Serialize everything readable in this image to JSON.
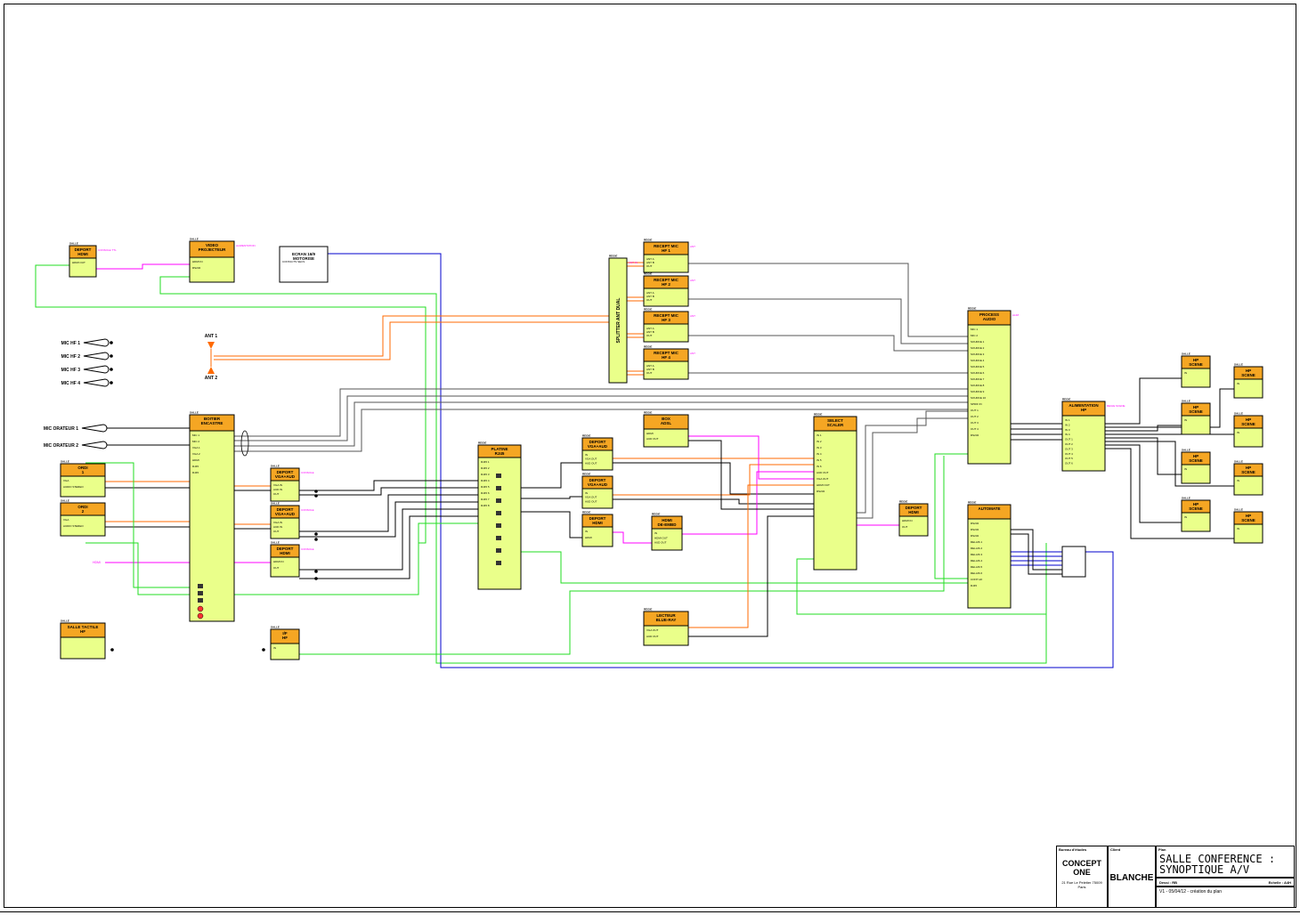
{
  "blocks": [
    {
      "id": "dep-hdmi-top",
      "title": "DEPORT HDMI",
      "tag": "SALLE",
      "side": "CONSOLE TTL",
      "ports": [
        "HDMI OUT"
      ]
    },
    {
      "id": "videoproj",
      "title": "VIDEO PROJECTEUR",
      "tag": "SALLE",
      "side": "ALIMENTATION",
      "ports": [
        "HDMI IN",
        "RS232"
      ]
    },
    {
      "id": "ecran",
      "title": "ECRAN 16/9 MOTORISE",
      "tag": "",
      "side": "",
      "ports": [
        "CONTACTS SECS"
      ]
    },
    {
      "id": "splitter",
      "title": "SPLITTER ANT DUAL",
      "tag": "REGIE",
      "side": "ANT IN",
      "ports": []
    },
    {
      "id": "recept1",
      "title": "RECEPT MIC HF 1",
      "tag": "REGIE",
      "side": "ANT",
      "ports": [
        "ANT A",
        "ANT B",
        "OUT"
      ]
    },
    {
      "id": "recept2",
      "title": "RECEPT MIC HF 2",
      "tag": "REGIE",
      "side": "ANT",
      "ports": [
        "ANT A",
        "ANT B",
        "OUT"
      ]
    },
    {
      "id": "recept3",
      "title": "RECEPT MIC HF 3",
      "tag": "REGIE",
      "side": "ANT",
      "ports": [
        "ANT A",
        "ANT B",
        "OUT"
      ]
    },
    {
      "id": "recept4",
      "title": "RECEPT MIC HF 4",
      "tag": "REGIE",
      "side": "ANT",
      "ports": [
        "ANT A",
        "ANT B",
        "OUT"
      ]
    },
    {
      "id": "process",
      "title": "PROCESS AUDIO",
      "tag": "REGIE",
      "side": "ALIM",
      "ports": [
        "MIC 1",
        "MIC 2",
        "SOURCE 1",
        "SOURCE 2",
        "SOURCE 3",
        "SOURCE 4",
        "SOURCE 5",
        "SOURCE 6",
        "SOURCE 7",
        "SOURCE 8",
        "SOURCE 9",
        "SOURCE 10",
        "SPDIF IN",
        "OUT 1",
        "OUT 2",
        "OUT 3",
        "OUT 4",
        "RS232"
      ]
    },
    {
      "id": "alim-hp",
      "title": "ALIMENTATION HP",
      "tag": "REGIE",
      "side": "REGIE SCENE",
      "ports": [
        "IN 1",
        "IN 2",
        "IN 3",
        "IN 4",
        "OUT 1",
        "OUT 2",
        "OUT 3",
        "OUT 4",
        "OUT 5",
        "OUT 6"
      ]
    },
    {
      "id": "hp1",
      "title": "HP SCENE",
      "tag": "SALLE",
      "side": "",
      "ports": [
        "IN"
      ]
    },
    {
      "id": "hp2",
      "title": "HP SCENE",
      "tag": "SALLE",
      "side": "",
      "ports": [
        "IN"
      ]
    },
    {
      "id": "hp3",
      "title": "HP SCENE",
      "tag": "SALLE",
      "side": "",
      "ports": [
        "IN"
      ]
    },
    {
      "id": "hp4",
      "title": "HP SCENE",
      "tag": "SALLE",
      "side": "",
      "ports": [
        "IN"
      ]
    },
    {
      "id": "hp5",
      "title": "HP SCENE",
      "tag": "SALLE",
      "side": "",
      "ports": [
        "IN"
      ]
    },
    {
      "id": "hp6",
      "title": "HP SCENE",
      "tag": "SALLE",
      "side": "",
      "ports": [
        "IN"
      ]
    },
    {
      "id": "hp7",
      "title": "HP SCENE",
      "tag": "SALLE",
      "side": "",
      "ports": [
        "IN"
      ]
    },
    {
      "id": "hp8",
      "title": "HP SCENE",
      "tag": "SALLE",
      "side": "",
      "ports": [
        "IN"
      ]
    },
    {
      "id": "boitier",
      "title": "BOITIER ENCASTRE",
      "tag": "SALLE",
      "side": "",
      "ports": [
        "MIC 1",
        "MIC 2",
        "VGA 1",
        "VGA 2",
        "HDMI",
        "RJ45",
        "RJ45"
      ]
    },
    {
      "id": "ordi1",
      "title": "ORDI 1",
      "tag": "SALLE",
      "side": "",
      "ports": [
        "VGA",
        "AUDIO STEREO"
      ]
    },
    {
      "id": "ordi2",
      "title": "ORDI 2",
      "tag": "SALLE",
      "side": "",
      "ports": [
        "VGA",
        "AUDIO STEREO"
      ]
    },
    {
      "id": "dep-vga1",
      "title": "DEPORT VGA+AUD",
      "tag": "SALLE",
      "side": "CONSOLE",
      "ports": [
        "VGA IN",
        "AUD IN",
        "OUT"
      ]
    },
    {
      "id": "dep-vga2",
      "title": "DEPORT VGA+AUD",
      "tag": "SALLE",
      "side": "CONSOLE",
      "ports": [
        "VGA IN",
        "AUD IN",
        "OUT"
      ]
    },
    {
      "id": "dep-hdmi-mid",
      "title": "DEPORT HDMI",
      "tag": "SALLE",
      "side": "CONSOLE",
      "ports": [
        "HDMI IN",
        "OUT"
      ]
    },
    {
      "id": "salle-tactile",
      "title": "SALLE TACTILE HF",
      "tag": "SALLE",
      "side": "",
      "ports": []
    },
    {
      "id": "if",
      "title": "I/F HF",
      "tag": "SALLE",
      "side": "",
      "ports": [
        "IN"
      ]
    },
    {
      "id": "platine",
      "title": "PLATINE RJ45",
      "tag": "REGIE",
      "side": "",
      "ports": [
        "RJ45 1",
        "RJ45 2",
        "RJ45 3",
        "RJ45 4",
        "RJ45 5",
        "RJ45 6",
        "RJ45 7",
        "RJ45 8"
      ]
    },
    {
      "id": "dep-r1",
      "title": "DEPORT VGA+AUD",
      "tag": "REGIE",
      "side": "",
      "ports": [
        "IN",
        "VGA OUT",
        "AUD OUT"
      ]
    },
    {
      "id": "dep-r2",
      "title": "DEPORT VGA+AUD",
      "tag": "REGIE",
      "side": "",
      "ports": [
        "IN",
        "VGA OUT",
        "AUD OUT"
      ]
    },
    {
      "id": "dep-r3",
      "title": "DEPORT HDMI",
      "tag": "REGIE",
      "side": "",
      "ports": [
        "IN",
        "HDMI"
      ]
    },
    {
      "id": "box-adsl",
      "title": "BOX ADSL",
      "tag": "REGIE",
      "side": "",
      "ports": [
        "HDMI",
        "AUD OUT"
      ]
    },
    {
      "id": "hdmi-deemb",
      "title": "HDMI DE-EMBD",
      "tag": "REGIE",
      "side": "",
      "ports": [
        "IN",
        "HDMI OUT",
        "AUD OUT"
      ]
    },
    {
      "id": "select",
      "title": "SELECT SCALER",
      "tag": "REGIE",
      "side": "",
      "ports": [
        "IN 1",
        "IN 2",
        "IN 3",
        "IN 4",
        "IN 5",
        "IN 6",
        "AUD OUT",
        "VGA OUT",
        "HDMI OUT",
        "RS232"
      ]
    },
    {
      "id": "dep-hdmi-out",
      "title": "DEPORT HDMI",
      "tag": "REGIE",
      "side": "",
      "ports": [
        "HDMI IN",
        "OUT"
      ]
    },
    {
      "id": "automate",
      "title": "AUTOMATE",
      "tag": "REGIE",
      "side": "",
      "ports": [
        "RS232",
        "RS232",
        "RS232",
        "RELAIS 1",
        "RELAIS 2",
        "RELAIS 3",
        "RELAIS 4",
        "RELAIS 5",
        "RELAIS 6",
        "CONT HF",
        "RJ45"
      ]
    },
    {
      "id": "lecteur",
      "title": "LECTEUR BLUE-RAY",
      "tag": "REGIE",
      "side": "",
      "ports": [
        "VGA OUT",
        "AUD OUT"
      ]
    }
  ],
  "labels": {
    "mic_hf": [
      "MIC HF 1",
      "MIC HF 2",
      "MIC HF 3",
      "MIC HF 4"
    ],
    "mic_orateur": [
      "MIC ORATEUR 1",
      "MIC ORATEUR 2"
    ],
    "ant1": "ANT 1",
    "ant2": "ANT 2",
    "hdmi_note": "HDMI"
  },
  "title_block": {
    "company_label": "Bureau d'études",
    "company": "CONCEPT ONE",
    "company_addr": "21 Rue Le Peletier 75009 Paris",
    "client_label": "Client",
    "client": "BLANCHE",
    "plan_label": "Plan",
    "plan_line1": "SALLE CONFERENCE :",
    "plan_line2": "SYNOPTIQUE A/V",
    "drawn_by": "Dessi : RB",
    "size": "Echelle : A4H",
    "revision": "V1 - 05/04/12 - création du plan"
  },
  "colors": {
    "block_fill": "#eaff8a",
    "block_header": "#f5a623",
    "wire_orange": "#ff6a00",
    "wire_green": "#22dd22",
    "wire_magenta": "#ff00ff",
    "wire_black": "#000000",
    "wire_blue": "#0000cc",
    "wire_grey": "#555555"
  }
}
